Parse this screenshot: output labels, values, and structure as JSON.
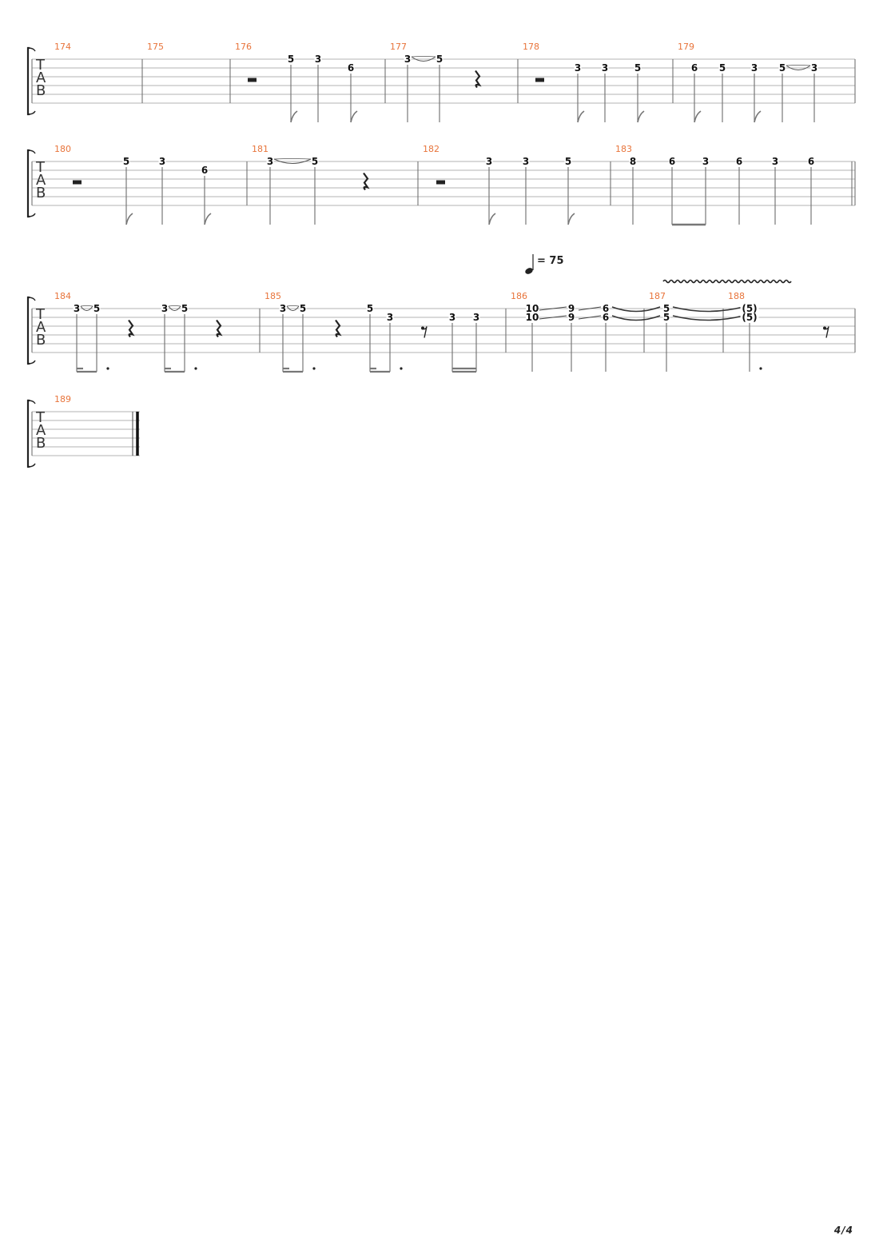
{
  "page": {
    "number_label": "4/4"
  },
  "tempo": {
    "text": "= 75"
  },
  "systems": [
    {
      "measures": [
        {
          "number": "174",
          "events": []
        },
        {
          "number": "175",
          "events": []
        },
        {
          "number": "176",
          "events": [
            {
              "type": "rest",
              "duration": "half"
            },
            {
              "type": "note",
              "string": 1,
              "fret": "5",
              "duration": "eighth"
            },
            {
              "type": "note",
              "string": 1,
              "fret": "3",
              "duration": "quarter"
            },
            {
              "type": "note",
              "string": 2,
              "fret": "6",
              "duration": "eighth"
            }
          ]
        },
        {
          "number": "177",
          "events": [
            {
              "type": "note",
              "string": 1,
              "fret": "3",
              "duration": "quarter",
              "slur_to_next": true
            },
            {
              "type": "note",
              "string": 1,
              "fret": "5",
              "duration": "quarter"
            },
            {
              "type": "rest",
              "duration": "quarter"
            }
          ]
        },
        {
          "number": "178",
          "events": [
            {
              "type": "rest",
              "duration": "half"
            },
            {
              "type": "note",
              "string": 2,
              "fret": "3",
              "duration": "eighth"
            },
            {
              "type": "note",
              "string": 2,
              "fret": "3",
              "duration": "quarter"
            },
            {
              "type": "note",
              "string": 2,
              "fret": "5",
              "duration": "eighth"
            }
          ]
        },
        {
          "number": "179",
          "events": [
            {
              "type": "note",
              "string": 2,
              "fret": "6",
              "duration": "eighth"
            },
            {
              "type": "note",
              "string": 2,
              "fret": "5",
              "duration": "quarter"
            },
            {
              "type": "note",
              "string": 2,
              "fret": "3",
              "duration": "eighth"
            },
            {
              "type": "note",
              "string": 2,
              "fret": "5",
              "duration": "quarter",
              "slur_to_next": true
            },
            {
              "type": "note",
              "string": 2,
              "fret": "3",
              "duration": "quarter"
            }
          ]
        }
      ]
    },
    {
      "measures": [
        {
          "number": "180",
          "events": [
            {
              "type": "rest",
              "duration": "half"
            },
            {
              "type": "note",
              "string": 1,
              "fret": "5",
              "duration": "eighth"
            },
            {
              "type": "note",
              "string": 1,
              "fret": "3",
              "duration": "quarter"
            },
            {
              "type": "note",
              "string": 2,
              "fret": "6",
              "duration": "eighth"
            }
          ]
        },
        {
          "number": "181",
          "events": [
            {
              "type": "note",
              "string": 1,
              "fret": "3",
              "duration": "quarter",
              "slur_to_next": true
            },
            {
              "type": "note",
              "string": 1,
              "fret": "5",
              "duration": "quarter"
            },
            {
              "type": "rest",
              "duration": "quarter"
            }
          ]
        },
        {
          "number": "182",
          "events": [
            {
              "type": "rest",
              "duration": "half"
            },
            {
              "type": "note",
              "string": 1,
              "fret": "3",
              "duration": "eighth"
            },
            {
              "type": "note",
              "string": 1,
              "fret": "3",
              "duration": "quarter"
            },
            {
              "type": "note",
              "string": 1,
              "fret": "5",
              "duration": "eighth"
            }
          ]
        },
        {
          "number": "183",
          "events": [
            {
              "type": "note",
              "string": 1,
              "fret": "8",
              "duration": "quarter"
            },
            {
              "type": "note",
              "string": 1,
              "fret": "6",
              "duration": "eighth",
              "beam_start": true
            },
            {
              "type": "note",
              "string": 1,
              "fret": "3",
              "duration": "eighth",
              "beam_end": true
            },
            {
              "type": "note",
              "string": 1,
              "fret": "6",
              "duration": "quarter"
            },
            {
              "type": "note",
              "string": 1,
              "fret": "3",
              "duration": "quarter"
            },
            {
              "type": "note",
              "string": 1,
              "fret": "6",
              "duration": "quarter"
            }
          ]
        }
      ]
    },
    {
      "measures": [
        {
          "number": "184",
          "events": [
            {
              "type": "note",
              "string": 1,
              "fret": "3",
              "duration": "16th",
              "slur_to_next": true
            },
            {
              "type": "note",
              "string": 1,
              "fret": "5",
              "duration": "dotted-eighth"
            },
            {
              "type": "rest",
              "duration": "quarter"
            },
            {
              "type": "note",
              "string": 1,
              "fret": "3",
              "duration": "16th",
              "slur_to_next": true
            },
            {
              "type": "note",
              "string": 1,
              "fret": "5",
              "duration": "dotted-eighth"
            },
            {
              "type": "rest",
              "duration": "quarter"
            }
          ]
        },
        {
          "number": "185",
          "events": [
            {
              "type": "note",
              "string": 1,
              "fret": "3",
              "duration": "16th",
              "slur_to_next": true
            },
            {
              "type": "note",
              "string": 1,
              "fret": "5",
              "duration": "dotted-eighth"
            },
            {
              "type": "rest",
              "duration": "quarter"
            },
            {
              "type": "note",
              "string": 1,
              "fret": "5",
              "duration": "16th"
            },
            {
              "type": "note",
              "string": 2,
              "fret": "3",
              "duration": "dotted-eighth"
            },
            {
              "type": "rest",
              "duration": "eighth"
            },
            {
              "type": "note",
              "string": 2,
              "fret": "3",
              "duration": "16th"
            },
            {
              "type": "note",
              "string": 2,
              "fret": "3",
              "duration": "16th"
            }
          ]
        },
        {
          "number": "186",
          "events": [
            {
              "type": "chord",
              "frets": [
                "10",
                "10"
              ],
              "strings": [
                1,
                2
              ],
              "duration": "quarter",
              "slide_to_next": true
            },
            {
              "type": "chord",
              "frets": [
                "9",
                "9"
              ],
              "strings": [
                1,
                2
              ],
              "duration": "quarter",
              "slide_to_next": true
            },
            {
              "type": "chord",
              "frets": [
                "6",
                "6"
              ],
              "strings": [
                1,
                2
              ],
              "duration": "quarter",
              "tie_to_next": true
            }
          ]
        },
        {
          "number": "187",
          "events": [
            {
              "type": "chord",
              "frets": [
                "5",
                "5"
              ],
              "strings": [
                1,
                2
              ],
              "duration": "whole",
              "tie_to_next": true,
              "vibrato": true
            }
          ]
        },
        {
          "number": "188",
          "events": [
            {
              "type": "chord",
              "frets": [
                "(5)",
                "(5)"
              ],
              "strings": [
                1,
                2
              ],
              "duration": "dotted-quarter",
              "tied": true
            },
            {
              "type": "rest",
              "duration": "eighth"
            }
          ]
        }
      ]
    },
    {
      "measures": [
        {
          "number": "189",
          "events": [],
          "final_barline": true
        }
      ]
    }
  ]
}
